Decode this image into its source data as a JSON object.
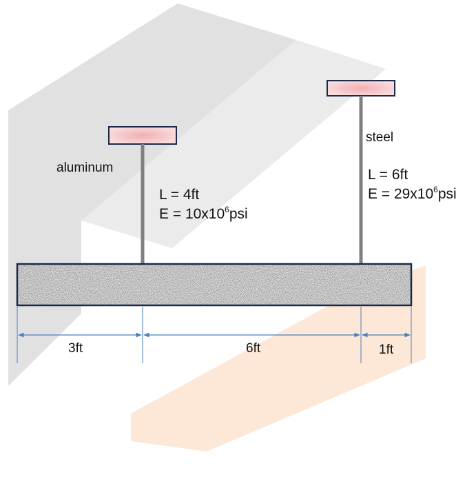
{
  "colors": {
    "watermark_gray": "#dcdcdc",
    "watermark_orange": "#fde4d2",
    "support_fill_center": "#f7c3c6",
    "support_fill_edge": "#f6d2d4",
    "outline": "#1b2a4a",
    "rod": "#7f7f7f",
    "dimension_line": "#4a7fc0"
  },
  "beam": {
    "texture": "granite-speckle"
  },
  "rods": {
    "aluminum": {
      "name": "aluminum",
      "length": {
        "prefix": "L = ",
        "value": "4ft"
      },
      "modulus": {
        "prefix": "E = ",
        "base": "10x10",
        "exp": "6",
        "unit": "psi"
      }
    },
    "steel": {
      "name": "steel",
      "length": {
        "prefix": "L = ",
        "value": "6ft"
      },
      "modulus": {
        "prefix": "E = ",
        "base": "29x10",
        "exp": "6",
        "unit": "psi"
      }
    }
  },
  "dimensions": {
    "left": "3ft",
    "middle": "6ft",
    "right": "1ft"
  }
}
